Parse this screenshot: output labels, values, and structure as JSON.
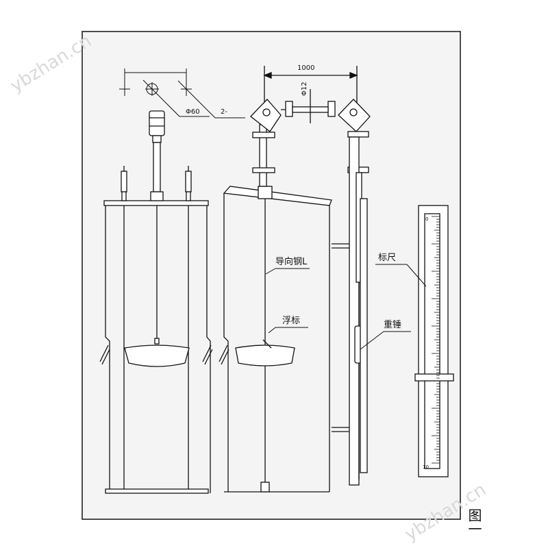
{
  "watermarks": {
    "top_left": "ybzhan.cn",
    "bottom_right": "ybzhan.cn"
  },
  "dimensions": {
    "span": "1000",
    "rod_diameter": "Φ12",
    "hole_diameter": "Φ60",
    "hole_count": "2-"
  },
  "labels": {
    "guide_wire": "导向钢L",
    "float": "浮标",
    "counterweight": "重锤",
    "scale": "标尺"
  },
  "scale_ticks": [
    "0",
    "10"
  ],
  "figure_caption": "图一",
  "colors": {
    "line": "#111111",
    "background": "#ffffff",
    "panel": "#f4f4f4",
    "watermark": "#d9d9d9"
  }
}
